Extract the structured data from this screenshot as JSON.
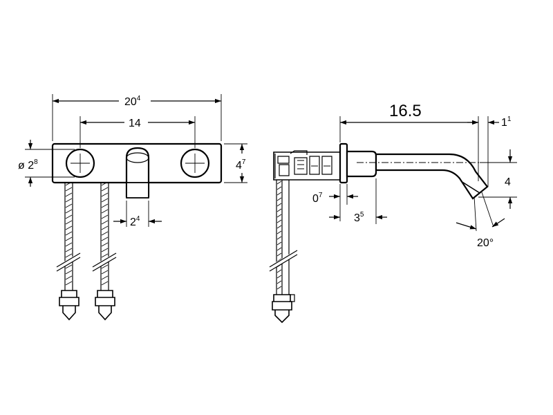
{
  "front_view": {
    "overall_width": {
      "main": "20",
      "sup": "4"
    },
    "handle_spacing": {
      "main": "14",
      "sup": ""
    },
    "handle_diameter": {
      "main": "ø 2",
      "sup": "8"
    },
    "plate_height": {
      "main": "4",
      "sup": "7"
    },
    "spout_width": {
      "main": "2",
      "sup": "4"
    }
  },
  "side_view": {
    "projection": {
      "main": "16.5",
      "sup": ""
    },
    "outlet_offset": {
      "main": "1",
      "sup": "1"
    },
    "spout_drop": {
      "main": "4",
      "sup": ""
    },
    "plate_thickness": {
      "main": "0",
      "sup": "7"
    },
    "rosette_depth": {
      "main": "3",
      "sup": "5"
    },
    "outlet_angle": {
      "main": "20°",
      "sup": ""
    }
  }
}
